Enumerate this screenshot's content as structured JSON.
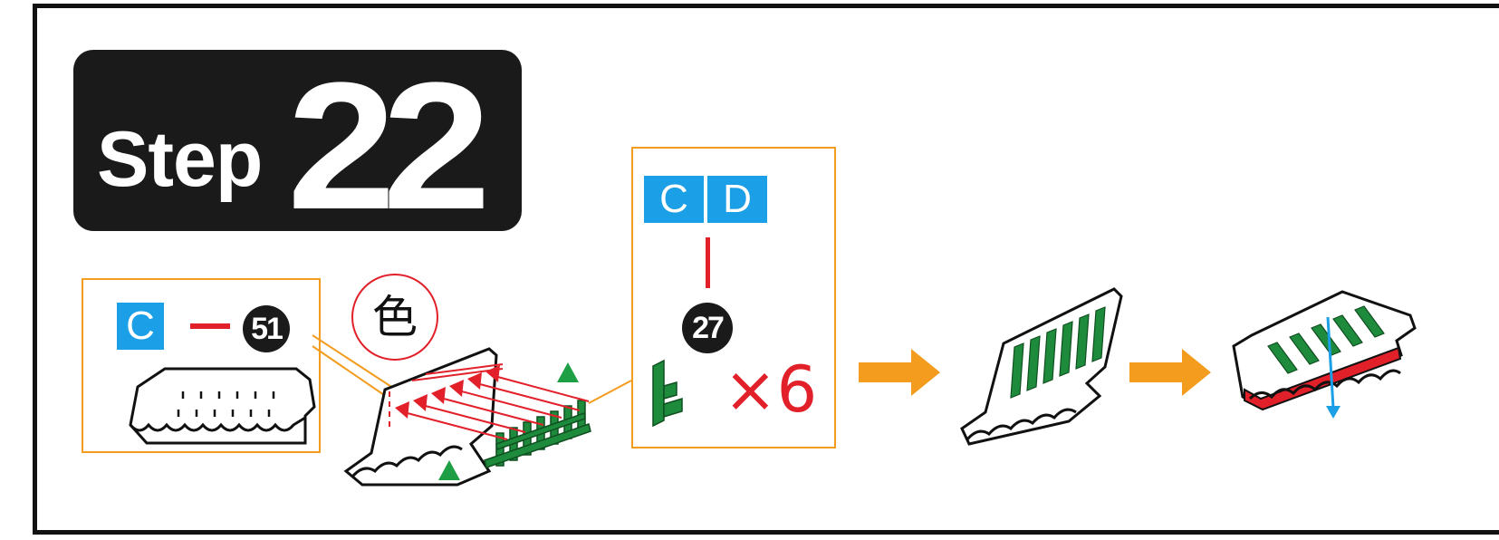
{
  "step": {
    "word": "Step",
    "number": "22"
  },
  "left_callout": {
    "sprue": "C",
    "part_number": "51"
  },
  "color_note": {
    "label": "色"
  },
  "right_callout": {
    "sprues": [
      "C",
      "D"
    ],
    "part_number": "27",
    "quantity": "×6"
  },
  "colors": {
    "orange": "#f39c1e",
    "blue": "#1b9fe6",
    "red": "#e2202a",
    "green": "#1e8a3c",
    "black": "#1a1a1a"
  }
}
